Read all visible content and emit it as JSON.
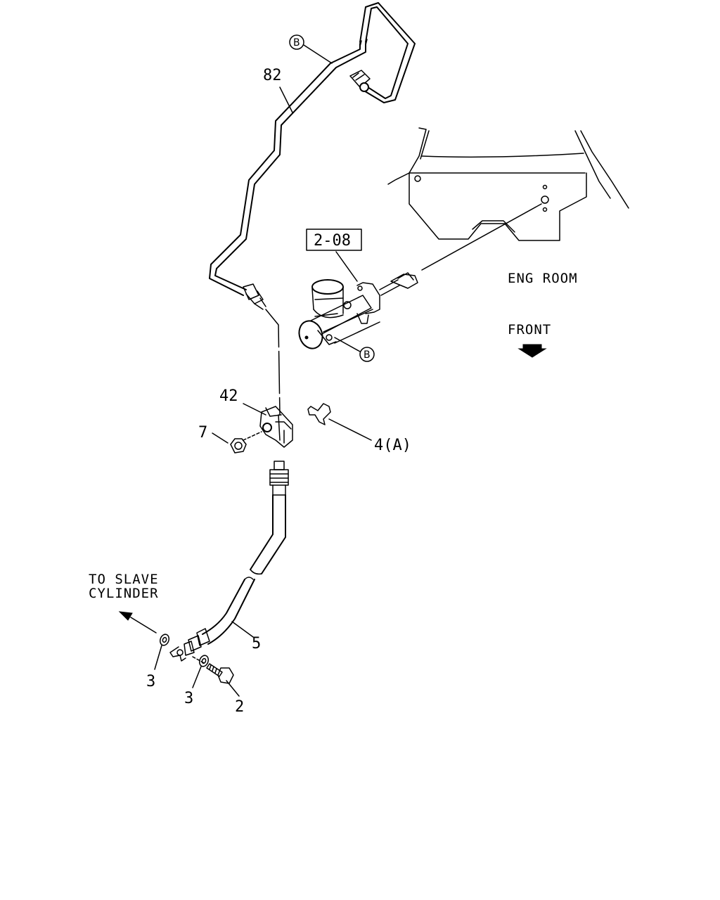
{
  "callouts": {
    "b_top": "B",
    "b_mid": "B",
    "pipe_82": "82",
    "ref_2_08": "2-08",
    "bracket_42": "42",
    "nut_7": "7",
    "clip_4a": "4(A)",
    "hose_5": "5",
    "washer_3a": "3",
    "washer_3b": "3",
    "bolt_2": "2"
  },
  "notes": {
    "eng_room": "ENG ROOM",
    "front": "FRONT",
    "to_slave_line1": "TO SLAVE",
    "to_slave_line2": "CYLINDER"
  }
}
